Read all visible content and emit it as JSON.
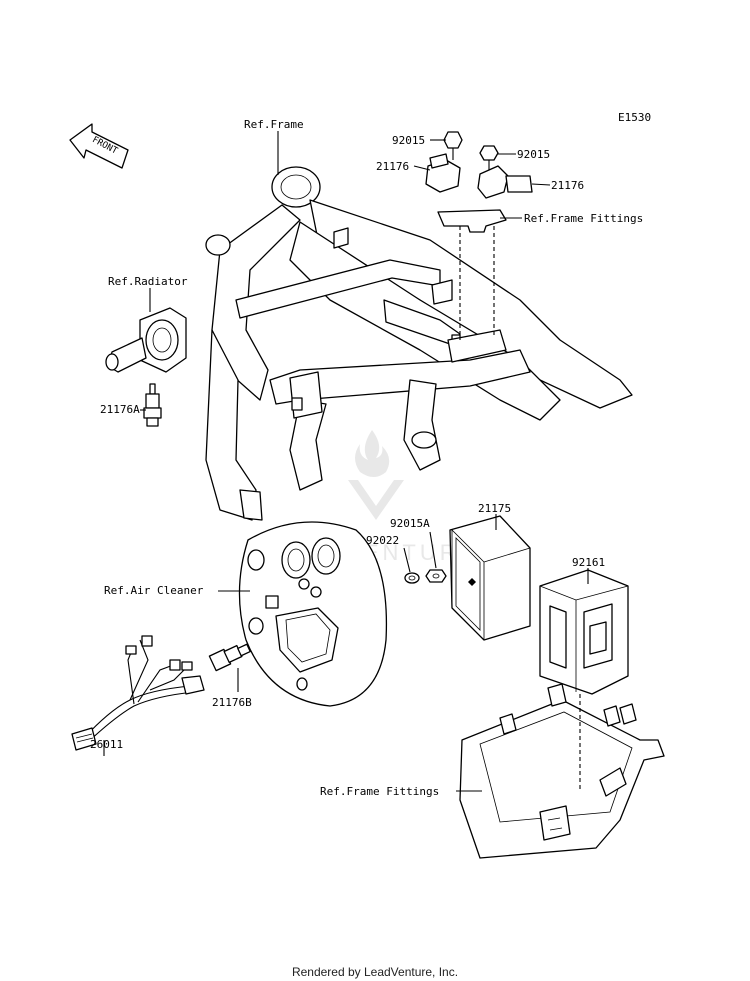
{
  "diagram": {
    "code": "E1530",
    "front_label": "FRONT",
    "footer": "Rendered by LeadVenture, Inc.",
    "watermark": "LEADVENTURE"
  },
  "labels": {
    "ref_frame": "Ref.Frame",
    "p92015_a": "92015",
    "p92015_b": "92015",
    "p21176_a": "21176",
    "p21176_b": "21176",
    "ref_frame_fittings_top": "Ref.Frame Fittings",
    "ref_radiator": "Ref.Radiator",
    "p21176A": "21176A",
    "p21175": "21175",
    "p92015A": "92015A",
    "p92022": "92022",
    "p92161": "92161",
    "ref_air_cleaner": "Ref.Air Cleaner",
    "p21176B": "21176B",
    "p26011": "26011",
    "ref_frame_fittings_bottom": "Ref.Frame Fittings"
  }
}
